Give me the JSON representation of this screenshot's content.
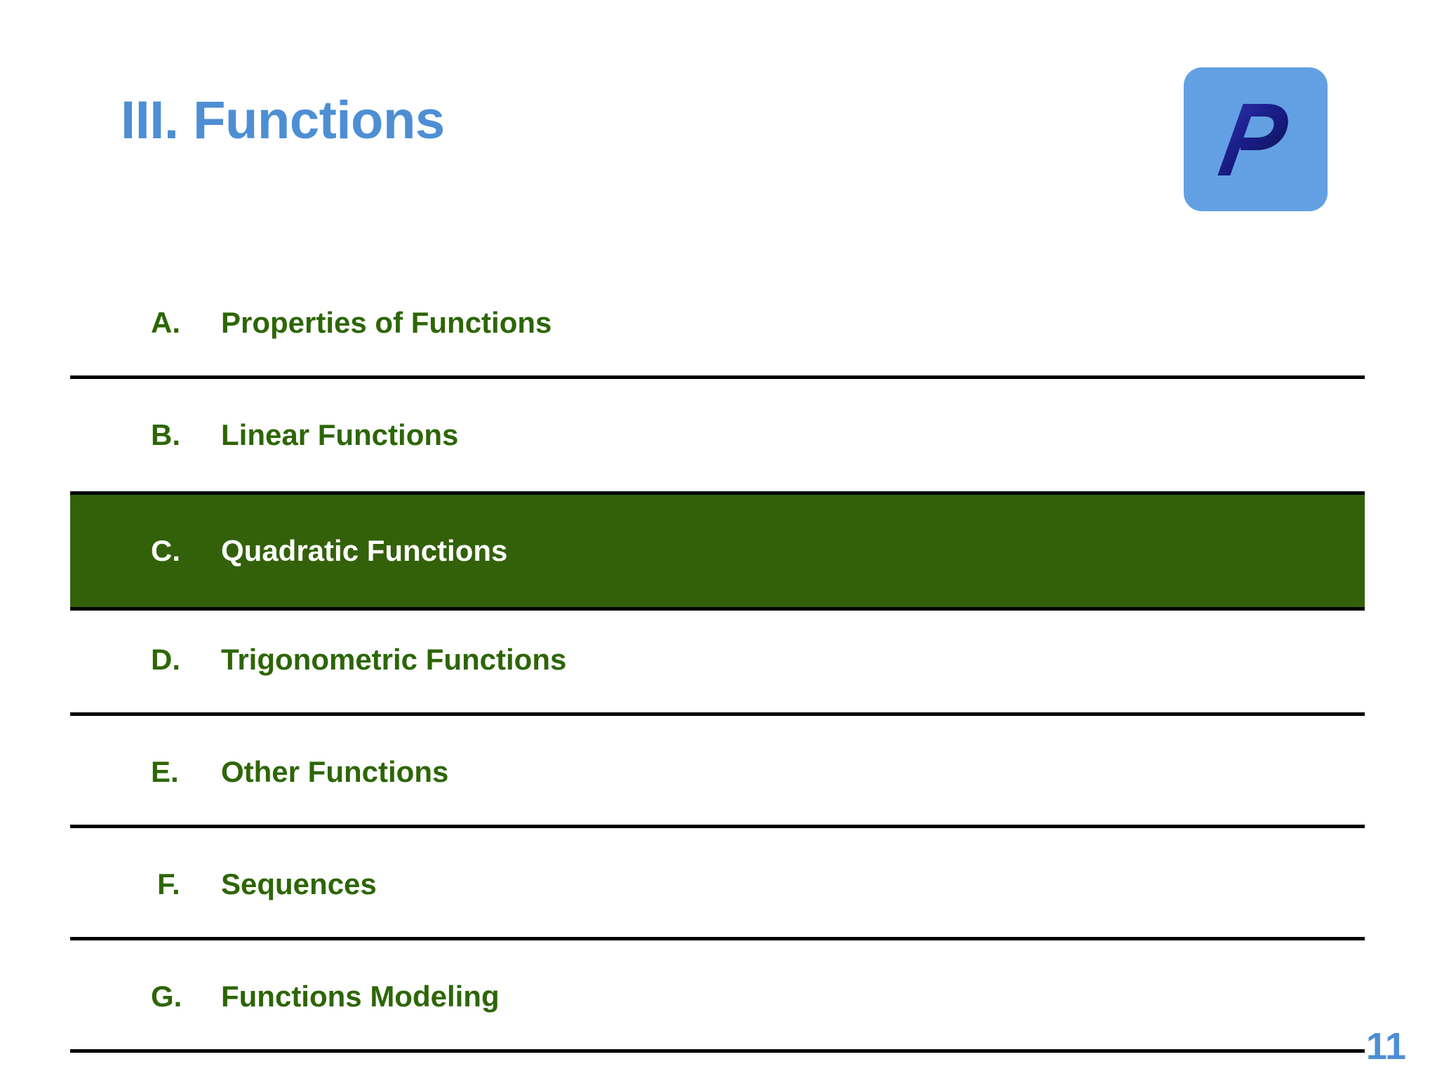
{
  "slide": {
    "title": "III. Functions",
    "page_number": "11",
    "colors": {
      "title_blue": "#4e8ed4",
      "item_green": "#2d6605",
      "highlight_green": "#33610a",
      "highlight_text": "#ffffff",
      "logo_bg": "#63a0e3",
      "logo_glyph": "#1a1f8c",
      "rule": "#000000",
      "background": "#ffffff"
    }
  },
  "logo": {
    "icon": "p-letter-logo-icon",
    "letter": "P"
  },
  "outline": {
    "items": [
      {
        "letter": "A.",
        "label": "Properties of Functions",
        "highlighted": false
      },
      {
        "letter": "B.",
        "label": "Linear Functions",
        "highlighted": false
      },
      {
        "letter": "C.",
        "label": "Quadratic Functions",
        "highlighted": true
      },
      {
        "letter": "D.",
        "label": "Trigonometric Functions",
        "highlighted": false
      },
      {
        "letter": "E.",
        "label": "Other Functions",
        "highlighted": false
      },
      {
        "letter": "F.",
        "label": "Sequences",
        "highlighted": false
      },
      {
        "letter": "G.",
        "label": "Functions Modeling",
        "highlighted": false
      }
    ]
  }
}
